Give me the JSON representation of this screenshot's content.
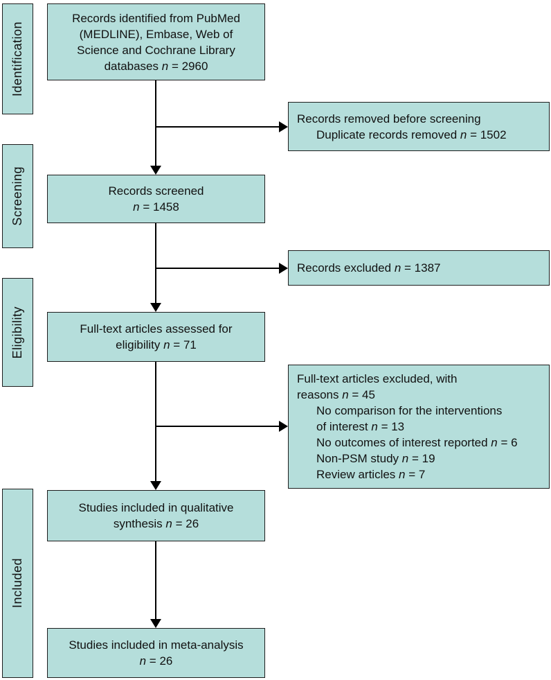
{
  "diagram_type": "prisma-flow-diagram",
  "colors": {
    "box_fill": "#b5dedb",
    "box_border": "#1c1c1c",
    "arrow": "#000000",
    "text": "#111111"
  },
  "stages": [
    {
      "label": "Identification"
    },
    {
      "label": "Screening"
    },
    {
      "label": "Eligibility"
    },
    {
      "label": "Included"
    }
  ],
  "main_boxes": [
    {
      "id": "records-identified",
      "lines": [
        {
          "seg": [
            {
              "t": "Records identified from PubMed"
            }
          ]
        },
        {
          "seg": [
            {
              "t": "(MEDLINE), Embase, Web of"
            }
          ]
        },
        {
          "seg": [
            {
              "t": "Science and Cochrane Library"
            }
          ]
        },
        {
          "seg": [
            {
              "t": "databases "
            },
            {
              "t": "n",
              "i": true
            },
            {
              "t": " = 2960"
            }
          ]
        }
      ]
    },
    {
      "id": "records-screened",
      "lines": [
        {
          "seg": [
            {
              "t": "Records screened"
            }
          ]
        },
        {
          "seg": [
            {
              "t": "n",
              "i": true
            },
            {
              "t": " = 1458"
            }
          ]
        }
      ]
    },
    {
      "id": "fulltext-assessed",
      "lines": [
        {
          "seg": [
            {
              "t": "Full-text articles assessed for"
            }
          ]
        },
        {
          "seg": [
            {
              "t": "eligibility "
            },
            {
              "t": "n",
              "i": true
            },
            {
              "t": " = 71"
            }
          ]
        }
      ]
    },
    {
      "id": "qualitative-synthesis",
      "lines": [
        {
          "seg": [
            {
              "t": "Studies included in qualitative"
            }
          ]
        },
        {
          "seg": [
            {
              "t": "synthesis "
            },
            {
              "t": "n",
              "i": true
            },
            {
              "t": " = 26"
            }
          ]
        }
      ]
    },
    {
      "id": "meta-analysis",
      "lines": [
        {
          "seg": [
            {
              "t": "Studies included in meta-analysis"
            }
          ]
        },
        {
          "seg": [
            {
              "t": "n",
              "i": true
            },
            {
              "t": " = 26"
            }
          ]
        }
      ]
    }
  ],
  "side_boxes": [
    {
      "id": "records-removed-before-screening",
      "lines": [
        {
          "seg": [
            {
              "t": "Records removed before screening"
            }
          ]
        },
        {
          "ind": true,
          "seg": [
            {
              "t": "Duplicate records removed "
            },
            {
              "t": "n",
              "i": true
            },
            {
              "t": " = 1502"
            }
          ]
        }
      ]
    },
    {
      "id": "records-excluded",
      "lines": [
        {
          "seg": [
            {
              "t": "Records excluded "
            },
            {
              "t": "n",
              "i": true
            },
            {
              "t": " = 1387"
            }
          ]
        }
      ]
    },
    {
      "id": "fulltext-excluded",
      "lines": [
        {
          "seg": [
            {
              "t": "Full-text articles excluded, with"
            }
          ]
        },
        {
          "seg": [
            {
              "t": "reasons "
            },
            {
              "t": "n",
              "i": true
            },
            {
              "t": " = 45"
            }
          ]
        },
        {
          "ind": true,
          "seg": [
            {
              "t": "No comparison for the interventions"
            }
          ]
        },
        {
          "ind": true,
          "seg": [
            {
              "t": "of interest "
            },
            {
              "t": "n",
              "i": true
            },
            {
              "t": " = 13"
            }
          ]
        },
        {
          "ind": true,
          "seg": [
            {
              "t": "No outcomes of interest reported "
            },
            {
              "t": "n",
              "i": true
            },
            {
              "t": " = 6"
            }
          ]
        },
        {
          "ind": true,
          "seg": [
            {
              "t": "Non-PSM study "
            },
            {
              "t": "n",
              "i": true
            },
            {
              "t": " = 19"
            }
          ]
        },
        {
          "ind": true,
          "seg": [
            {
              "t": "Review articles "
            },
            {
              "t": "n",
              "i": true
            },
            {
              "t": " = 7"
            }
          ]
        }
      ]
    }
  ]
}
